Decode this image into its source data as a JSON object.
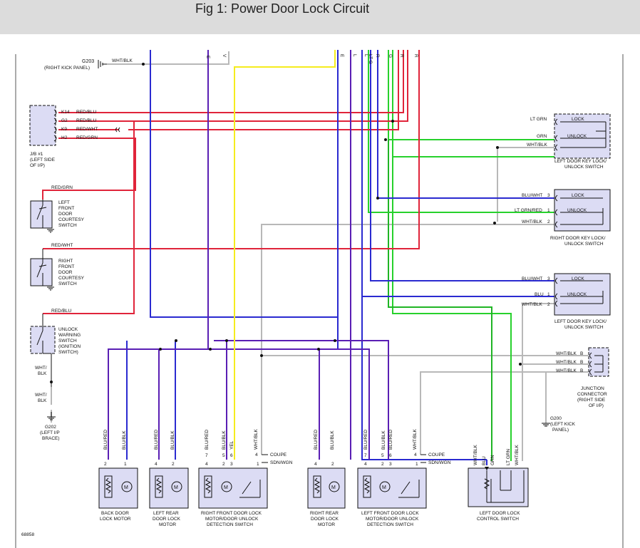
{
  "title": "Fig 1: Power Door Lock Circuit",
  "figure_number": "68858",
  "colors": {
    "blue": "#2a2ad0",
    "purple": "#5a1fb4",
    "yellow": "#f5ec1e",
    "red": "#e0243a",
    "green": "#27d12c",
    "gray": "#b8b8b8",
    "component_fill": "#dcdcf4"
  },
  "ground_g203": {
    "name": "G203",
    "location": "(RIGHT KICK PANEL)",
    "wire": "WHT/BLK"
  },
  "top_wire_tags": [
    "E",
    "V",
    "E",
    "L",
    "L",
    "LT G",
    "R",
    "G",
    "R",
    "R"
  ],
  "jb1": {
    "pins": [
      "K14",
      "G2",
      "K9",
      "H2"
    ],
    "wires": [
      "RED/BLU",
      "RED/BLU",
      "RED/WHT",
      "RED/GRN"
    ],
    "label": [
      "J/B #1",
      "(LEFT SIDE",
      "OF I/P)"
    ]
  },
  "courtesy_left": {
    "wire": "RED/GRN",
    "label": [
      "LEFT",
      "FRONT",
      "DOOR",
      "COURTESY",
      "SWITCH"
    ]
  },
  "courtesy_right": {
    "wire": "RED/WHT",
    "label": [
      "RIGHT",
      "FRONT",
      "DOOR",
      "COURTESY",
      "SWITCH"
    ]
  },
  "unlock_warning": {
    "wire": "RED/BLU",
    "label": [
      "UNLOCK",
      "WARNING",
      "SWITCH",
      "(IGNITION",
      "SWITCH)"
    ],
    "wire_below_1": [
      "WHT/",
      "BLK"
    ],
    "wire_below_2": [
      "WHT/",
      "BLK"
    ]
  },
  "ground_g202": {
    "name": "G202",
    "location": [
      "(LEFT I/P",
      "BRACE)"
    ]
  },
  "left_key_switch_1": {
    "wires": [
      "LT GRN",
      "GRN",
      "WHT/BLK"
    ],
    "pins": [
      "LOCK",
      "UNLOCK"
    ],
    "label": [
      "LEFT DOOR KEY LOCK/",
      "UNLOCK SWITCH"
    ]
  },
  "right_key_switch": {
    "wires": [
      "BLU/WHT",
      "LT GRN/RED",
      "WHT/BLK"
    ],
    "pin_numbers": [
      "3",
      "1",
      "2"
    ],
    "pins": [
      "LOCK",
      "UNLOCK"
    ],
    "label": [
      "RIGHT DOOR KEY LOCK/",
      "UNLOCK SWITCH"
    ]
  },
  "left_key_switch_2": {
    "wires": [
      "BLU/WHT",
      "BLU",
      "WHT/BLK"
    ],
    "pin_numbers": [
      "3",
      "1",
      "2"
    ],
    "pins": [
      "LOCK",
      "UNLOCK"
    ],
    "label": [
      "LEFT DOOR KEY LOCK/",
      "UNLOCK SWITCH"
    ]
  },
  "junction_connector": {
    "wires": [
      "WHT/BLK",
      "WHT/BLK",
      "WHT/BLK"
    ],
    "pins": [
      "B",
      "B",
      "B"
    ],
    "label": [
      "JUNCTION",
      "CONNECTOR",
      "(RIGHT SIDE",
      "OF I/P)"
    ]
  },
  "ground_g200": {
    "name": "G200",
    "location": [
      "(LEFT KICK",
      "PANEL)"
    ]
  },
  "connector_notes": {
    "coupe": "COUPE",
    "sdn_wgn": "SDN/WGN"
  },
  "components": {
    "back_door": {
      "wires": [
        "BLU/RED",
        "BLU/BLK"
      ],
      "pins": [
        "2",
        "1"
      ],
      "label": [
        "BACK DOOR",
        "LOCK MOTOR"
      ]
    },
    "left_rear": {
      "wires": [
        "BLU/RED",
        "BLU/BLK"
      ],
      "pins": [
        "4",
        "2"
      ],
      "label": [
        "LEFT REAR",
        "DOOR LOCK",
        "MOTOR"
      ]
    },
    "right_front": {
      "wires": [
        "BLU/RED",
        "BLU/BLK",
        "YEL",
        "WHT/BLK"
      ],
      "pins_top": [
        "7",
        "5",
        "6",
        "4"
      ],
      "pins_bottom": [
        "4",
        "2",
        "3",
        "1"
      ],
      "label": [
        "RIGHT FRONT DOOR LOCK",
        "MOTOR/DOOR UNLOCK",
        "DETECTION SWITCH"
      ]
    },
    "right_rear": {
      "wires": [
        "BLU/RED",
        "BLU/BLK"
      ],
      "pins": [
        "4",
        "2"
      ],
      "label": [
        "RIGHT REAR",
        "DOOR LOCK",
        "MOTOR"
      ]
    },
    "left_front": {
      "wires": [
        "BLU/RED",
        "BLU/BLK",
        "BLU/RED",
        "WHT/BLK"
      ],
      "pins_top": [
        "7",
        "5",
        "6",
        "4"
      ],
      "pins_bottom": [
        "4",
        "2",
        "3",
        "1"
      ],
      "label": [
        "LEFT FRONT DOOR LOCK",
        "MOTOR/DOOR UNLOCK",
        "DETECTION SWITCH"
      ]
    },
    "control_switch": {
      "wires": [
        "WHT/BLK",
        "BLU",
        "GRN",
        "LT GRN",
        "WHT/BLK"
      ],
      "label": [
        "LEFT DOOR LOCK",
        "CONTROL SWITCH"
      ]
    }
  }
}
